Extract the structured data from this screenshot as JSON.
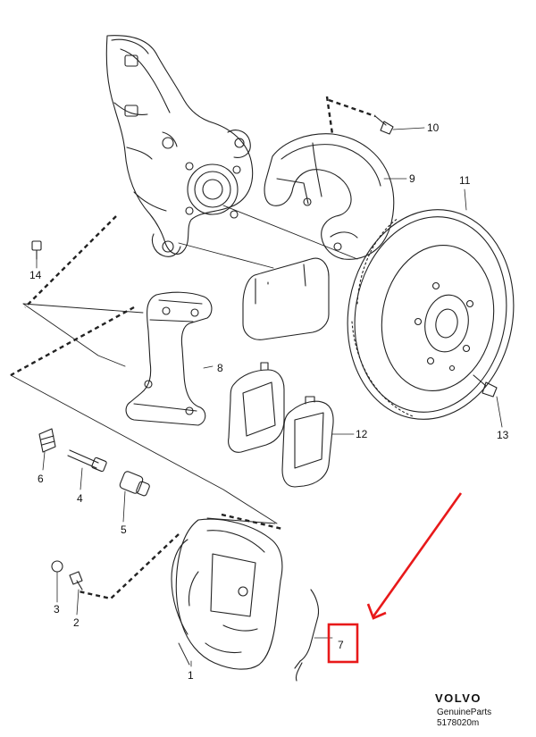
{
  "colors": {
    "line": "#222222",
    "highlight": "#e8191a",
    "background": "#ffffff"
  },
  "callouts": {
    "c1": "1",
    "c2": "2",
    "c3": "3",
    "c4": "4",
    "c5": "5",
    "c6": "6",
    "c7": "7",
    "c8": "8",
    "c9": "9",
    "c10": "10",
    "c11": "11",
    "c12": "12",
    "c13": "13",
    "c14": "14"
  },
  "highlighted_part": "7",
  "brand": {
    "name": "VOLVO",
    "tagline": "GenuineParts",
    "drawing_number": "5178020m"
  }
}
